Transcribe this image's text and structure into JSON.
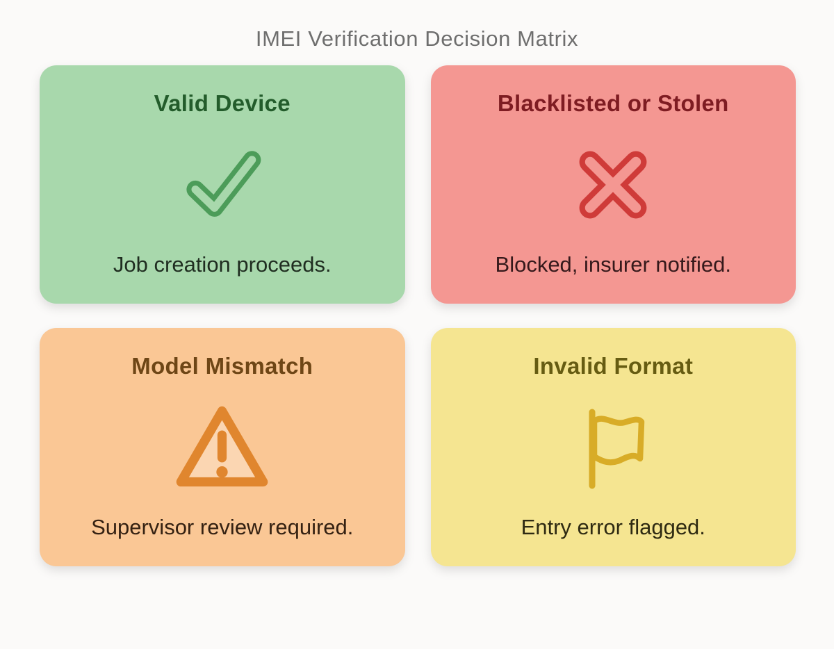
{
  "page": {
    "title": "IMEI Verification Decision Matrix",
    "background": "#fbfaf9",
    "title_color": "#6e6e6e"
  },
  "cards": [
    {
      "id": "valid-device",
      "title": "Valid Device",
      "description": "Job creation proceeds.",
      "icon": "check-icon",
      "bg": "#a8d8ac",
      "title_color": "#235c2b",
      "icon_color": "#4c9c59",
      "text_color": "#1f2d20"
    },
    {
      "id": "blacklisted-or-stolen",
      "title": "Blacklisted or Stolen",
      "description": "Blocked, insurer notified.",
      "icon": "x-icon",
      "bg": "#f49792",
      "title_color": "#7e1c22",
      "icon_color": "#cf3b39",
      "text_color": "#35191b"
    },
    {
      "id": "model-mismatch",
      "title": "Model Mismatch",
      "description": "Supervisor review required.",
      "icon": "warning-triangle-icon",
      "bg": "#fac795",
      "title_color": "#6e4616",
      "icon_color": "#e0862e",
      "text_color": "#342112"
    },
    {
      "id": "invalid-format",
      "title": "Invalid Format",
      "description": "Entry error flagged.",
      "icon": "flag-icon",
      "bg": "#f5e591",
      "title_color": "#665c12",
      "icon_color": "#d8ac27",
      "text_color": "#2e2a12"
    }
  ]
}
